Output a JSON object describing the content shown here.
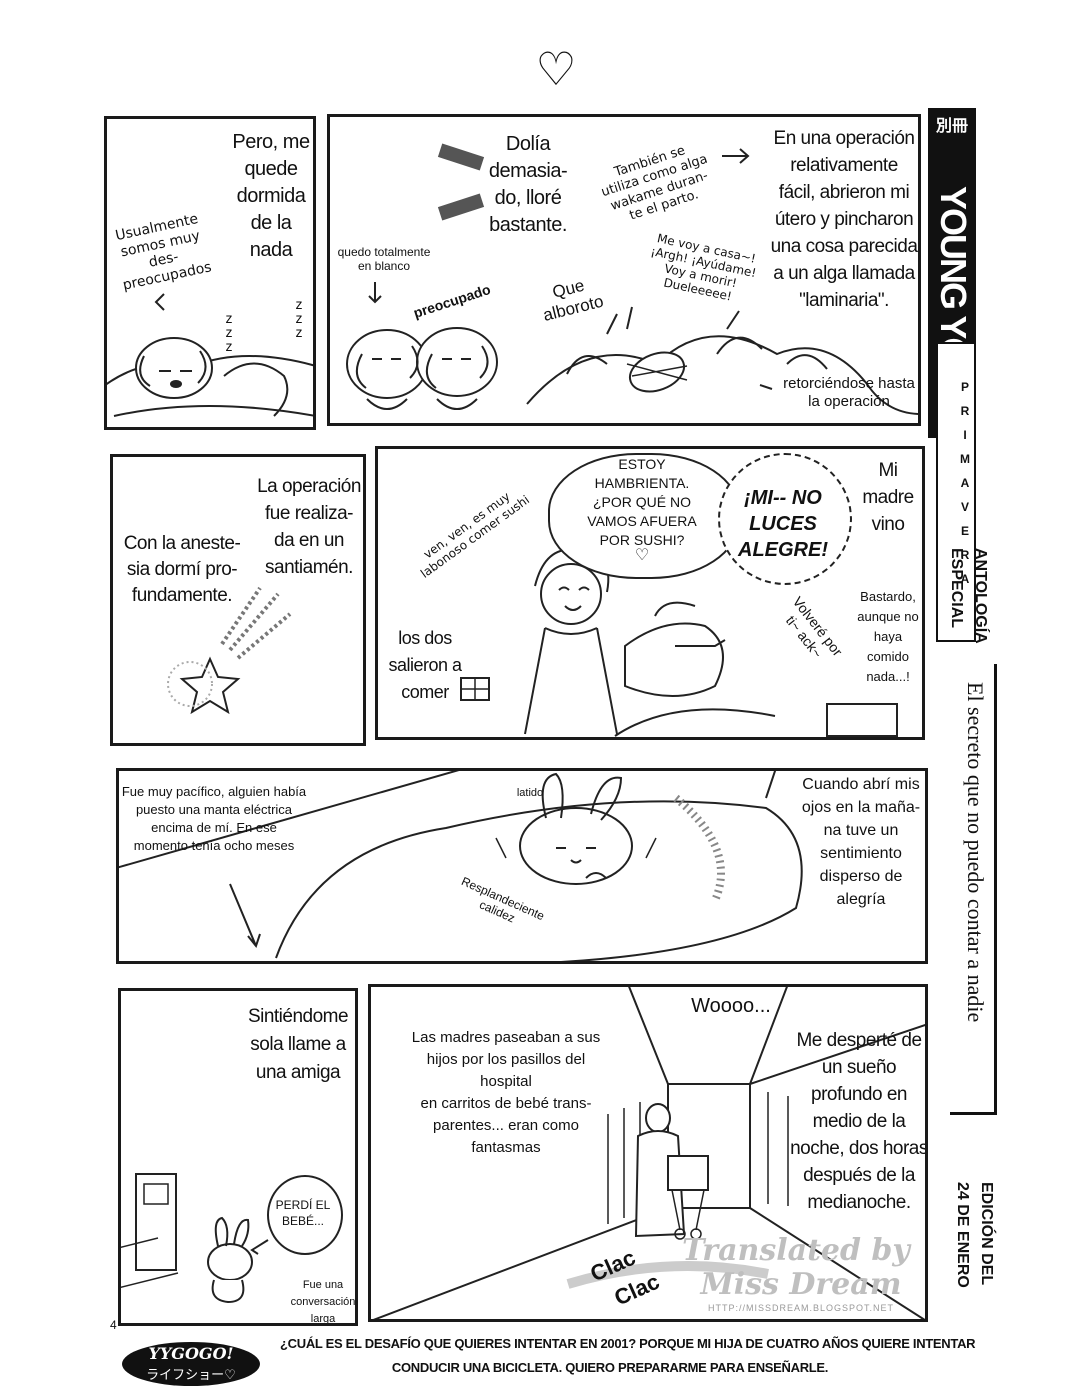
{
  "top_heart": "♡",
  "page_number": "4",
  "sidebar": {
    "logo_kanji": "別冊",
    "logo_word": "YOUNG YOU",
    "season": "PRIMAVERA",
    "anthology": "ANTOLOGÍA\nESPECIAL",
    "story_title": "El secreto que no puedo contar a nadie",
    "edition": "EDICIÓN DEL\n24 DE ENERO"
  },
  "panels": {
    "p1": {
      "aside": "Usualmente\nsomos muy des-\npreocupados",
      "narration": "Pero, me\nquede\ndormida\nde la\nnada",
      "zzz": "z\nz\nz"
    },
    "p2": {
      "narration_left": "Dolía\ndemasia-\ndo, lloré\nbastante.",
      "aside_arrow": "También se\nutiliza como alga\nwakame duran-\nte el parto.",
      "narration_right": "En una operación\nrelativamente\nfácil, abrieron mi\nútero y pincharon\nuna cosa parecida\na un alga llamada\n\"laminaria\".",
      "blank_note": "quedo totalmente\nen blanco",
      "worried": "preocupado",
      "fuss": "Que\nalboroto",
      "cries": "Me voy a casa~!\n¡Argh! ¡Ayúdame!\nVoy a morir!\nDueleeeee!",
      "twisting": "retorciéndose hasta\nla operación"
    },
    "p3": {
      "narration_left": "Con la aneste-\nsia dormí pro-\nfundamente.",
      "narration_right": "La operación\nfue realiza-\nda en un\nsantiamén."
    },
    "p4": {
      "speech_mom": "ESTOY\nHAMBRIENTA.\n¿POR QUÉ NO\nVAMOS AFUERA\nPOR SUSHI?",
      "heart": "♡",
      "shout": "¡MI-- NO\nLUCES\nALEGRE!",
      "narration_mom": "Mi\nmadre\nvino",
      "aside_sushi": "ven, ven, es muy\nlabonoso comer sushi",
      "narration_left": "los dos\nsalieron a\ncomer",
      "back_soon": "Volveré por\nti~ ack~",
      "grumble": "Bastardo,\naunque no\nhaya\ncomido\nnada...!"
    },
    "p5": {
      "narration_left": "Fue muy pacífico, alguien había\npuesto una manta eléctrica\nencima de mí. En ese\nmomento tenía ocho meses",
      "beat": "latido",
      "warmth": "Resplandeciente\ncalidez",
      "narration_right": "Cuando abrí mis\nojos en la maña-\nna tuve un\nsentimiento\ndisperso de alegría"
    },
    "p6": {
      "narration": "Sintiéndome\nsola llame a\nuna amiga",
      "speech": "PERDÍ EL\nBEBÉ...",
      "aside": "Fue una\nconversación\nlarga"
    },
    "p7": {
      "narration_left": "Las madres paseaban a sus\nhijos por los pasillos del hospital\nen carritos de bebé trans-\nparentes... eran como\nfantasmas",
      "sfx_woo": "Woooo...",
      "narration_right": "Me desperté de\nun sueño\nprofundo en\nmedio de la\nnoche, dos horas\ndespués de la\nmedianoche.",
      "sfx_clac1": "Clac",
      "sfx_clac2": "Clac",
      "watermark_1": "Translated by",
      "watermark_2": "Miss Dream",
      "watermark_url": "HTTP://MISSDREAM.BLOGSPOT.NET"
    }
  },
  "footer": {
    "badge_line1": "YYGOGO!",
    "badge_line2": "ライフショー♡",
    "question_line1": "¿CUÁL ES EL DESAFÍO QUE QUIERES INTENTAR EN 2001? PORQUE MI HIJA DE CUATRO AÑOS QUIERE INTENTAR",
    "question_line2": "CONDUCIR UNA BICICLETA. QUIERO PREPARARME PARA ENSEÑARLE."
  }
}
